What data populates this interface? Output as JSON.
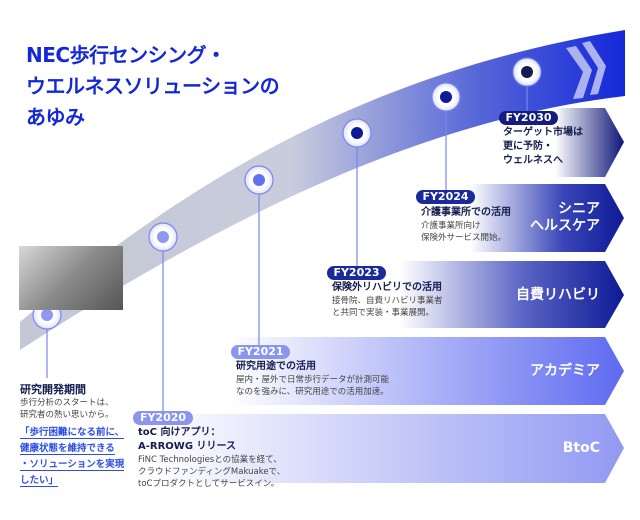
{
  "title": [
    "NEC歩行センシング・",
    "ウエルネスソリューションの",
    "あゆみ"
  ],
  "colors": {
    "accent": "#1428d8",
    "navy": "#141c80",
    "light": "#8a95f0"
  },
  "research": {
    "heading": "研究開発期間",
    "desc": [
      "歩行分析のスタートは、",
      "研究者の熱い思いから。"
    ],
    "quote": [
      "「歩行困難になる前に、",
      "健康状態を維持できる",
      "・ソリューションを実現",
      "したい」"
    ]
  },
  "milestones": [
    {
      "year": "FY2020",
      "heading": [
        "toC 向けアプリ：",
        "A-RROWG リリース"
      ],
      "desc": [
        "FiNC Technologiesとの協業を経て、",
        "クラウドファンディングMakuakeで、",
        "toCプロダクトとしてサービスイン。"
      ]
    },
    {
      "year": "FY2021",
      "heading": [
        "研究用途での活用"
      ],
      "desc": [
        "屋内・屋外で日常歩行データが計測可能",
        "なのを強みに、研究用途での活用加速。"
      ]
    },
    {
      "year": "FY2023",
      "heading": [
        "保険外リハビリでの活用"
      ],
      "desc": [
        "接骨院、自費リハビリ事業者",
        "と共同で実装・事業展開。"
      ]
    },
    {
      "year": "FY2024",
      "heading": [
        "介護事業所での活用"
      ],
      "desc": [
        "介護事業所向け",
        "保険外サービス開始。"
      ]
    },
    {
      "year": "FY2030",
      "heading": [
        "ターゲット市場は",
        "更に予防・",
        "ウェルネスへ"
      ]
    }
  ],
  "bands": {
    "btoc": "BtoC",
    "academia": "アカデミア",
    "rehab": "自費リハビリ",
    "senior": [
      "シニア",
      "ヘルスケア"
    ]
  }
}
